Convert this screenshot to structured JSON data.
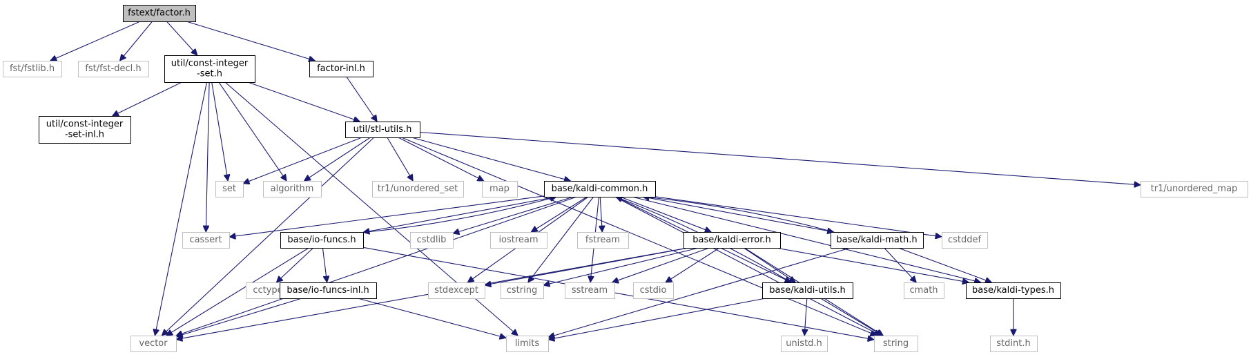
{
  "colors": {
    "edge": "#191970",
    "internal_border": "#000000",
    "external_border": "#bfbfbf",
    "root_fill": "#bfbfbf",
    "text": "#000000",
    "external_text": "#666666"
  },
  "nodes": [
    {
      "id": "root",
      "lines": [
        "fstext/factor.h"
      ],
      "kind": "root"
    },
    {
      "id": "fstlib",
      "lines": [
        "fst/fstlib.h"
      ],
      "kind": "external"
    },
    {
      "id": "fstdecl",
      "lines": [
        "fst/fst-decl.h"
      ],
      "kind": "external"
    },
    {
      "id": "cis",
      "lines": [
        "util/const-integer",
        "-set.h"
      ],
      "kind": "internal"
    },
    {
      "id": "factorinl",
      "lines": [
        "factor-inl.h"
      ],
      "kind": "internal"
    },
    {
      "id": "cisinl",
      "lines": [
        "util/const-integer",
        "-set-inl.h"
      ],
      "kind": "internal"
    },
    {
      "id": "stl",
      "lines": [
        "util/stl-utils.h"
      ],
      "kind": "internal"
    },
    {
      "id": "set",
      "lines": [
        "set"
      ],
      "kind": "external"
    },
    {
      "id": "algorithm",
      "lines": [
        "algorithm"
      ],
      "kind": "external"
    },
    {
      "id": "tr1uset",
      "lines": [
        "tr1/unordered_set"
      ],
      "kind": "external"
    },
    {
      "id": "map",
      "lines": [
        "map"
      ],
      "kind": "external"
    },
    {
      "id": "common",
      "lines": [
        "base/kaldi-common.h"
      ],
      "kind": "internal"
    },
    {
      "id": "tr1umap",
      "lines": [
        "tr1/unordered_map"
      ],
      "kind": "external"
    },
    {
      "id": "cassert",
      "lines": [
        "cassert"
      ],
      "kind": "external"
    },
    {
      "id": "iofuncs",
      "lines": [
        "base/io-funcs.h"
      ],
      "kind": "internal"
    },
    {
      "id": "cstdlib",
      "lines": [
        "cstdlib"
      ],
      "kind": "external"
    },
    {
      "id": "iostream",
      "lines": [
        "iostream"
      ],
      "kind": "external"
    },
    {
      "id": "fstream",
      "lines": [
        "fstream"
      ],
      "kind": "external"
    },
    {
      "id": "error",
      "lines": [
        "base/kaldi-error.h"
      ],
      "kind": "internal"
    },
    {
      "id": "math",
      "lines": [
        "base/kaldi-math.h"
      ],
      "kind": "internal"
    },
    {
      "id": "cstddef",
      "lines": [
        "cstddef"
      ],
      "kind": "external"
    },
    {
      "id": "cctype",
      "lines": [
        "cctype"
      ],
      "kind": "external"
    },
    {
      "id": "iofuncsinl",
      "lines": [
        "base/io-funcs-inl.h"
      ],
      "kind": "internal"
    },
    {
      "id": "stdexcept",
      "lines": [
        "stdexcept"
      ],
      "kind": "external"
    },
    {
      "id": "cstring",
      "lines": [
        "cstring"
      ],
      "kind": "external"
    },
    {
      "id": "sstream",
      "lines": [
        "sstream"
      ],
      "kind": "external"
    },
    {
      "id": "cstdio",
      "lines": [
        "cstdio"
      ],
      "kind": "external"
    },
    {
      "id": "utils",
      "lines": [
        "base/kaldi-utils.h"
      ],
      "kind": "internal"
    },
    {
      "id": "cmath",
      "lines": [
        "cmath"
      ],
      "kind": "external"
    },
    {
      "id": "types",
      "lines": [
        "base/kaldi-types.h"
      ],
      "kind": "internal"
    },
    {
      "id": "vector",
      "lines": [
        "vector"
      ],
      "kind": "external"
    },
    {
      "id": "limits",
      "lines": [
        "limits"
      ],
      "kind": "external"
    },
    {
      "id": "unistd",
      "lines": [
        "unistd.h"
      ],
      "kind": "external"
    },
    {
      "id": "string",
      "lines": [
        "string"
      ],
      "kind": "external"
    },
    {
      "id": "stdint",
      "lines": [
        "stdint.h"
      ],
      "kind": "external"
    }
  ],
  "edges": [
    [
      "root",
      "fstlib"
    ],
    [
      "root",
      "fstdecl"
    ],
    [
      "root",
      "cis"
    ],
    [
      "root",
      "factorinl"
    ],
    [
      "cis",
      "cisinl"
    ],
    [
      "cis",
      "stl"
    ],
    [
      "cis",
      "set"
    ],
    [
      "cis",
      "algorithm"
    ],
    [
      "cis",
      "cassert"
    ],
    [
      "cis",
      "vector"
    ],
    [
      "cis",
      "limits"
    ],
    [
      "factorinl",
      "stl"
    ],
    [
      "stl",
      "set"
    ],
    [
      "stl",
      "algorithm"
    ],
    [
      "stl",
      "tr1uset"
    ],
    [
      "stl",
      "map"
    ],
    [
      "stl",
      "common"
    ],
    [
      "stl",
      "tr1umap"
    ],
    [
      "stl",
      "vector"
    ],
    [
      "stl",
      "string"
    ],
    [
      "common",
      "cassert"
    ],
    [
      "common",
      "iofuncs"
    ],
    [
      "common",
      "cstdlib"
    ],
    [
      "common",
      "iostream"
    ],
    [
      "common",
      "fstream"
    ],
    [
      "common",
      "error"
    ],
    [
      "common",
      "math"
    ],
    [
      "common",
      "cstddef"
    ],
    [
      "common",
      "stdexcept"
    ],
    [
      "common",
      "cstring"
    ],
    [
      "common",
      "sstream"
    ],
    [
      "common",
      "utils"
    ],
    [
      "common",
      "types"
    ],
    [
      "common",
      "vector"
    ],
    [
      "common",
      "string"
    ],
    [
      "iofuncs",
      "common"
    ],
    [
      "iofuncs",
      "cctype"
    ],
    [
      "iofuncs",
      "iofuncsinl"
    ],
    [
      "iofuncs",
      "vector"
    ],
    [
      "iofuncs",
      "string"
    ],
    [
      "iofuncsinl",
      "vector"
    ],
    [
      "iofuncsinl",
      "limits"
    ],
    [
      "error",
      "stdexcept"
    ],
    [
      "error",
      "cstring"
    ],
    [
      "error",
      "sstream"
    ],
    [
      "error",
      "cstdio"
    ],
    [
      "error",
      "utils"
    ],
    [
      "error",
      "types"
    ],
    [
      "error",
      "vector"
    ],
    [
      "error",
      "string"
    ],
    [
      "math",
      "common"
    ],
    [
      "math",
      "cmath"
    ],
    [
      "math",
      "types"
    ],
    [
      "math",
      "limits"
    ],
    [
      "utils",
      "common"
    ],
    [
      "utils",
      "limits"
    ],
    [
      "utils",
      "unistd"
    ],
    [
      "utils",
      "string"
    ],
    [
      "types",
      "stdint"
    ]
  ]
}
